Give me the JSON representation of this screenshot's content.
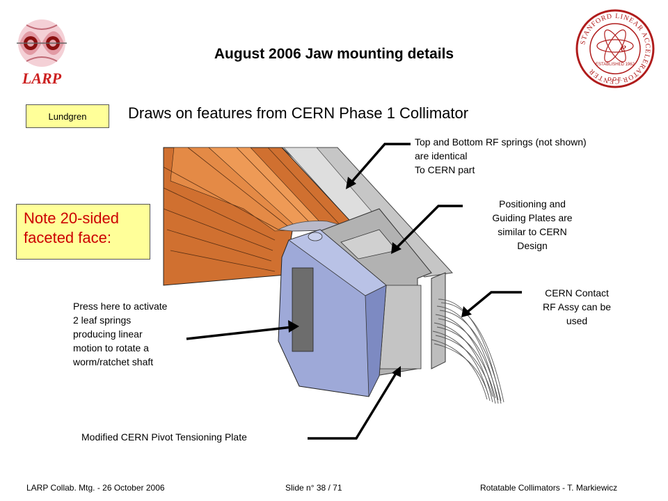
{
  "slide": {
    "title": "August 2006 Jaw mounting details",
    "subtitle": "Draws on features from CERN Phase 1 Collimator",
    "author_badge": "Lundgren",
    "note": [
      "Note 20-sided",
      "faceted face:"
    ]
  },
  "logos": {
    "larp": {
      "text": "LARP"
    }
  },
  "callouts": {
    "rf_springs": [
      "Top and Bottom RF springs (not shown)",
      "are identical",
      "To CERN part"
    ],
    "guide_plates": [
      "Positioning and",
      "Guiding Plates are",
      "similar to CERN",
      "Design"
    ],
    "contact": [
      "CERN Contact",
      "RF Assy can be",
      "used"
    ],
    "leaf_springs": [
      "Press here to activate",
      "2 leaf springs",
      "producing linear",
      "motion to rotate a",
      "worm/ratchet shaft"
    ],
    "pivot": "Modified CERN Pivot Tensioning Plate"
  },
  "footer": {
    "left": "LARP Collab. Mtg.  - 26 October 2006",
    "center": "Slide n° 38 / 71",
    "right": "Rotatable Collimators -  T. Markiewicz"
  },
  "colors": {
    "note_text": "#cc0000",
    "note_bg": "#ffff99",
    "larp_red": "#cc1f1f",
    "slac_red": "#b01c1c",
    "jaw_orange": "#d97a34",
    "plate_blue": "#9aa8d6"
  }
}
